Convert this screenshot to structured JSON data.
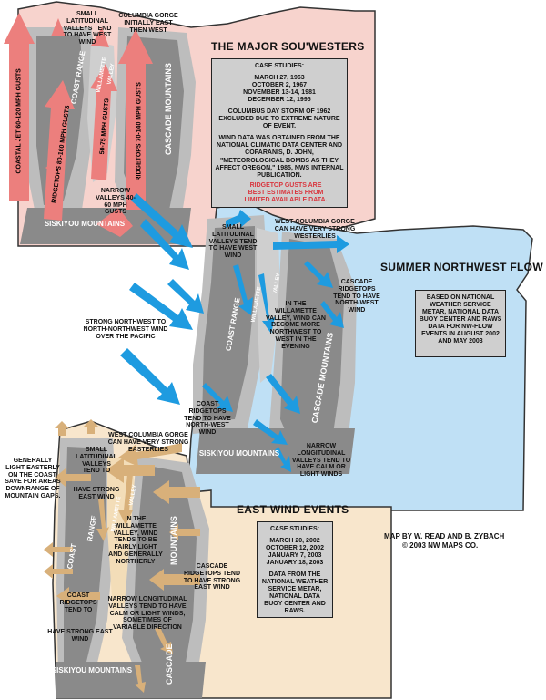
{
  "map1": {
    "title": "THE MAJOR SOU'WESTERS",
    "case_box": {
      "heading": "CASE STUDIES:",
      "dates": [
        "MARCH 27, 1963",
        "OCTOBER 2, 1967",
        "NOVEMBER 13-14, 1981",
        "DECEMBER 12, 1995"
      ],
      "excluded": "COLUMBUS DAY STORM OF 1962 EXCLUDED DUE TO EXTREME NATURE OF EVENT.",
      "source": "WIND DATA WAS OBTAINED FROM THE NATIONAL CLIMATIC DATA CENTER AND COPARANIS, D. JOHN, \"METEOROLOGICAL BOMBS AS THEY AFFECT OREGON,\" 1985, NWS INTERNAL PUBLICATION."
    },
    "ridgetop_note": "RIDGETOP GUSTS ARE BEST ESTIMATES FROM LIMITED AVAILABLE DATA.",
    "labels": {
      "small_valleys": "SMALL LATITUDINAL VALLEYS TEND TO HAVE WEST WIND",
      "gorge": "COLUMBIA GORGE INITIALLY EAST THEN WEST",
      "narrow_valleys": "NARROW VALLEYS 40-60 MPH GUSTS",
      "siskiyou": "SISKIYOU MOUNTAINS"
    },
    "arrows": {
      "coastal_jet": "COASTAL JET 60-120 MPH GUSTS",
      "ridgetops_coast": "RIDGETOPS 80-160 MPH GUSTS",
      "valley_gusts": "50-75 MPH GUSTS",
      "ridgetops_cascade": "RIDGETOPS 70-140 MPH GUSTS"
    },
    "ranges": {
      "coast": "COAST RANGE",
      "willamette": "WILLAMETTE",
      "valley": "VALLEY",
      "cascade": "CASCADE MOUNTAINS"
    }
  },
  "map2": {
    "title": "SUMMER NORTHWEST FLOW",
    "note_box": "BASED ON NATIONAL WEATHER SERVICE METAR, NATIONAL DATA BUOY CENTER AND RAWS DATA FOR NW-FLOW EVENTS IN AUGUST 2002 AND MAY 2003",
    "labels": {
      "small_valleys": "SMALL LATITUDINAL VALLEYS TEND TO HAVE WEST WIND",
      "west_gorge": "WEST COLUMBIA GORGE CAN HAVE VERY STRONG WESTERLIES",
      "cascade_ridgetops": "CASCADE RIDGETOPS TEND TO HAVE NORTH-WEST WIND",
      "willamette": "IN THE WILLAMETTE VALLEY, WIND CAN BECOME MORE NORTHWEST TO WEST IN THE EVENING",
      "strong_nw": "STRONG NORTHWEST TO NORTH-NORTHWEST WIND OVER THE PACIFIC",
      "coast_ridgetops": "COAST RIDGETOPS TEND TO HAVE NORTH-WEST WIND",
      "narrow_valleys": "NARROW LONGITUDINAL VALLEYS TEND TO HAVE CALM OR LIGHT WINDS",
      "siskiyou": "SISKIYOU MOUNTAINS"
    },
    "ranges": {
      "coast": "COAST RANGE",
      "willamette": "WILLAMETTE",
      "valley": "VALLEY",
      "cascade": "CASCADE MOUNTAINS"
    }
  },
  "map3": {
    "title": "EAST WIND EVENTS",
    "case_box": {
      "heading": "CASE STUDIES:",
      "dates": [
        "MARCH 20, 2002",
        "OCTOBER 12, 2002",
        "JANUARY 7, 2003",
        "JANUARY 18, 2003"
      ],
      "source": "DATA FROM THE NATIONAL WEATHER SERVICE METAR, NATIONAL DATA BUOY CENTER AND RAWS."
    },
    "labels": {
      "gorge": "WEST COLUMBIA GORGE CAN HAVE VERY STRONG EASTERLIES",
      "coast_light": "GENERALLY LIGHT EASTERLY ON THE COAST, SAVE FOR AREAS DOWNRANGE OF MOUNTAIN GAPS.",
      "small_valleys": "SMALL LATITUDINAL VALLEYS TEND TO",
      "small_valleys_2": "HAVE STRONG EAST WIND",
      "willamette": "IN THE WILLAMETTE VALLEY, WIND TENDS TO BE FAIRLY LIGHT AND GENERALLY NORTHERLY",
      "cascade_ridgetops": "CASCADE RIDGETOPS TEND TO HAVE STRONG EAST WIND",
      "coast_ridgetops": "COAST RIDGETOPS TEND TO",
      "coast_ridgetops_2": "HAVE STRONG EAST WIND",
      "narrow_valleys": "NARROW LONGITUDINAL VALLEYS TEND TO HAVE CALM OR LIGHT WINDS, SOMETIMES OF VARIABLE DIRECTION",
      "siskiyou": "SISKIYOU MOUNTAINS"
    },
    "ranges": {
      "coast": "COAST",
      "range": "RANGE",
      "willamette": "WILLAMETTE",
      "valley": "VALLEY",
      "mountains": "MOUNTAINS",
      "cascade": "CASCADE"
    }
  },
  "credit": {
    "line1": "MAP BY W. READ AND B. ZYBACH",
    "line2": "© 2003 NW MAPS CO."
  },
  "colors": {
    "map1_bg": "#f7d3cd",
    "map2_bg": "#bfe0f5",
    "map3_bg": "#f8e6cc",
    "mountain_dark": "#8a8a8a",
    "mountain_light": "#bdbdbd",
    "red_arrow": "#ec7f7d",
    "blue_arrow": "#1e9be0",
    "tan_arrow": "#d8b07a",
    "note_red": "#d9363e"
  }
}
